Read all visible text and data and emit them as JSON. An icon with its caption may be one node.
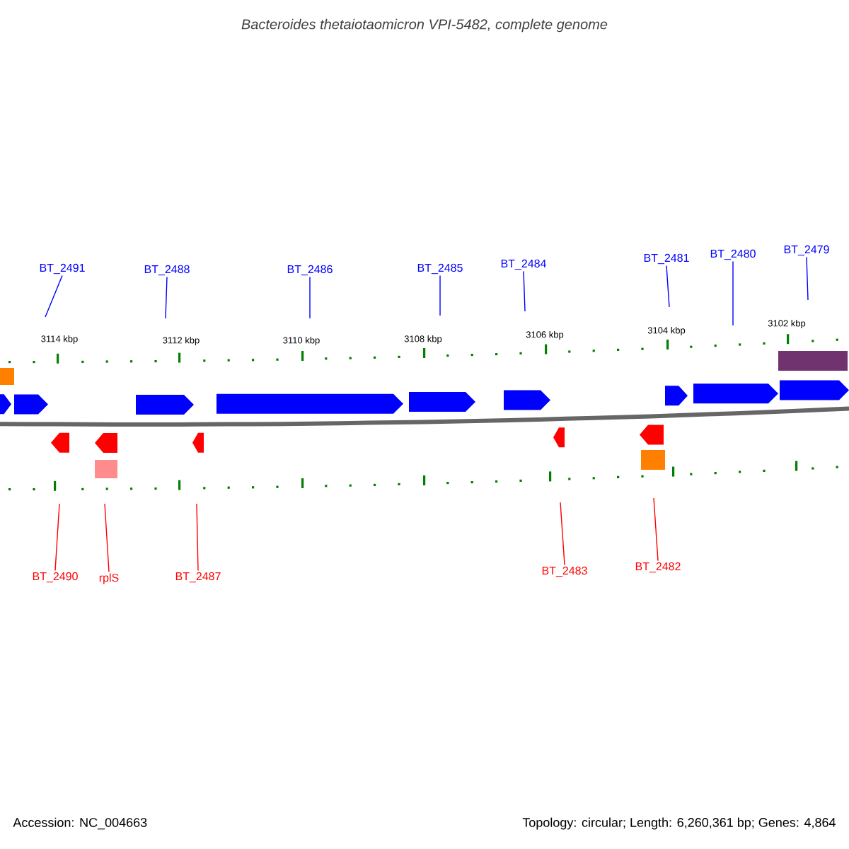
{
  "diagram": {
    "title": "Bacteroides thetaiotaomicron VPI-5482, complete genome",
    "nodes": [
      {
        "text": [
          "BT_2491"
        ]
      },
      {
        "text": [
          "BT_2488"
        ]
      },
      {
        "text": [
          "BT_2486"
        ]
      },
      {
        "text": [
          "BT_2485"
        ]
      },
      {
        "text": [
          "BT_2484"
        ]
      },
      {
        "text": [
          "BT_2481"
        ]
      },
      {
        "text": [
          "BT_2480"
        ]
      },
      {
        "text": [
          "BT_2479"
        ]
      },
      {
        "text": [
          "BT_2490"
        ]
      },
      {
        "text": [
          "rplS"
        ]
      },
      {
        "text": [
          "BT_2487"
        ]
      },
      {
        "text": [
          "BT_2483"
        ]
      },
      {
        "text": [
          "BT_2482"
        ]
      }
    ],
    "edges": [
      {
        "from": 0,
        "to": null,
        "arrow": "none",
        "color": "#0000ff"
      },
      {
        "from": 1,
        "to": null,
        "arrow": "none",
        "color": "#0000ff"
      },
      {
        "from": 2,
        "to": null,
        "arrow": "none",
        "color": "#0000ff"
      },
      {
        "from": 3,
        "to": null,
        "arrow": "none",
        "color": "#0000ff"
      },
      {
        "from": 4,
        "to": null,
        "arrow": "none",
        "color": "#0000ff"
      },
      {
        "from": 5,
        "to": null,
        "arrow": "none",
        "color": "#0000ff"
      },
      {
        "from": 6,
        "to": null,
        "arrow": "none",
        "color": "#0000ff"
      },
      {
        "from": 7,
        "to": null,
        "arrow": "none",
        "color": "#0000ff"
      },
      {
        "from": 8,
        "to": null,
        "arrow": "none",
        "color": "#ff0000"
      },
      {
        "from": 9,
        "to": null,
        "arrow": "none",
        "color": "#ff0000"
      },
      {
        "from": 10,
        "to": null,
        "arrow": "none",
        "color": "#ff0000"
      },
      {
        "from": 11,
        "to": null,
        "arrow": "none",
        "color": "#ff0000"
      },
      {
        "from": 12,
        "to": null,
        "arrow": "none",
        "color": "#ff0000"
      }
    ],
    "labels": [
      "3114 kbp",
      "3112 kbp",
      "3110 kbp",
      "3108 kbp",
      "3106 kbp",
      "3104 kbp",
      "3102 kbp",
      "Accession: NC_004663",
      "Topology: circular; Length: 6,260,361 bp; Genes: 4,864"
    ]
  }
}
